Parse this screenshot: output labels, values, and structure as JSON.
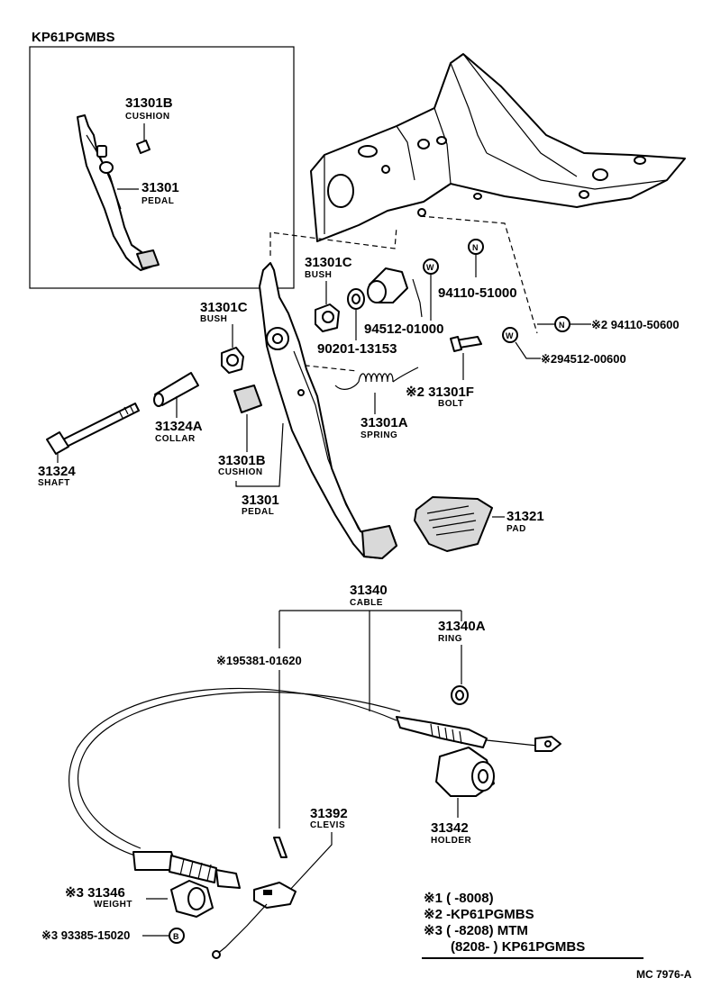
{
  "inset": {
    "title": "KP61PGMBS",
    "cushion": {
      "number": "31301B",
      "name": "CUSHION"
    },
    "pedal": {
      "number": "31301",
      "name": "PEDAL"
    }
  },
  "parts": {
    "bush_c_right": {
      "number": "31301C",
      "name": "BUSH"
    },
    "bush_c_left": {
      "number": "31301C",
      "name": "BUSH"
    },
    "pin_94512": {
      "number": "94512-01000"
    },
    "nut_94110": {
      "number": "94110-51000"
    },
    "washer_90201": {
      "number": "90201-13153"
    },
    "nut_ref2": {
      "number": "※2 94110-50600"
    },
    "washer_ref2": {
      "number": "※294512-00600"
    },
    "bolt": {
      "number": "※2 31301F",
      "name": "BOLT"
    },
    "spring": {
      "number": "31301A",
      "name": "SPRING"
    },
    "collar": {
      "number": "31324A",
      "name": "COLLAR"
    },
    "shaft": {
      "number": "31324",
      "name": "SHAFT"
    },
    "cushion": {
      "number": "31301B",
      "name": "CUSHION"
    },
    "pedal": {
      "number": "31301",
      "name": "PEDAL"
    },
    "pad": {
      "number": "31321",
      "name": "PAD"
    },
    "cable": {
      "number": "31340",
      "name": "CABLE"
    },
    "ring": {
      "number": "31340A",
      "name": "RING"
    },
    "pin_195381": {
      "number": "※195381-01620"
    },
    "holder": {
      "number": "31342",
      "name": "HOLDER"
    },
    "clevis": {
      "number": "31392",
      "name": "CLEVIS"
    },
    "weight": {
      "number": "※3 31346",
      "name": "WEIGHT"
    },
    "bolt_93385": {
      "number": "※3 93385-15020"
    }
  },
  "markers": {
    "n": "N",
    "w": "W",
    "b": "B"
  },
  "legend": {
    "line1": "※1 (      -8008)",
    "line2": "※2 -KP61PGMBS",
    "line3": "※3 (      -8208) MTM",
    "line4": "(8208-        ) KP61PGMBS"
  },
  "ref_code": "MC  7976-A"
}
